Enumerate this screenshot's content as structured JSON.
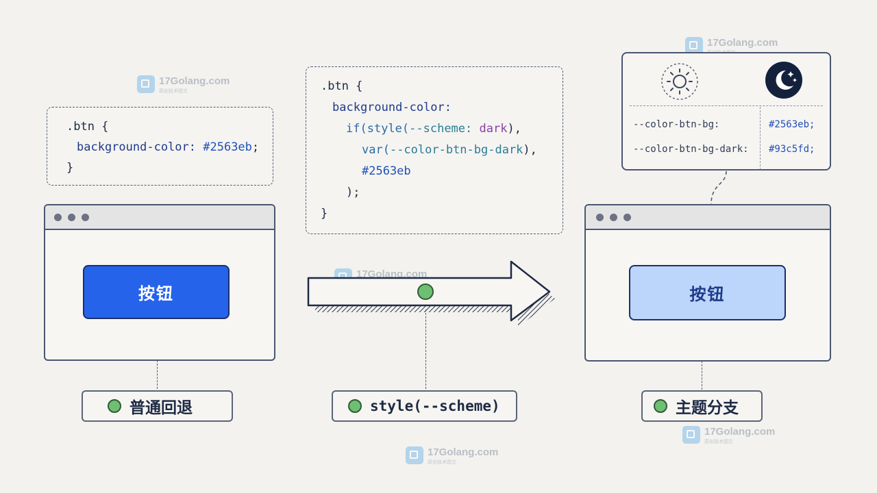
{
  "watermark": {
    "text": "17Golang.com",
    "sub": "原创技术图文"
  },
  "left": {
    "code": {
      "l1": ".btn {",
      "l2_prop": "background-color:",
      "l2_val": "#2563eb",
      "l2_end": ";",
      "l3": "}"
    },
    "button_label": "按钮",
    "button_color": "#2563eb",
    "caption": "普通回退"
  },
  "middle": {
    "code": {
      "l1": ".btn {",
      "l2": "background-color:",
      "l3_if": "if(",
      "l3_fn": "style(",
      "l3_arg": "--scheme: ",
      "l3_kw": "dark",
      "l3_end": "),",
      "l4_fn": "var(",
      "l4_arg": "--color-btn-bg-dark",
      "l4_end": "),",
      "l5": "#2563eb",
      "l6": ");",
      "l7": "}"
    },
    "caption": "style(--scheme)"
  },
  "right": {
    "vars": [
      {
        "name": "--color-btn-bg:",
        "value": "#2563eb;"
      },
      {
        "name": "--color-btn-bg-dark:",
        "value": "#93c5fd;"
      }
    ],
    "button_label": "按钮",
    "button_color": "#93c5fd",
    "caption": "主题分支",
    "icons": [
      "sun-icon",
      "moon-icon"
    ]
  },
  "colors": {
    "accent": "#2563eb",
    "dark_accent": "#93c5fd",
    "dot": "#6fbf73"
  }
}
